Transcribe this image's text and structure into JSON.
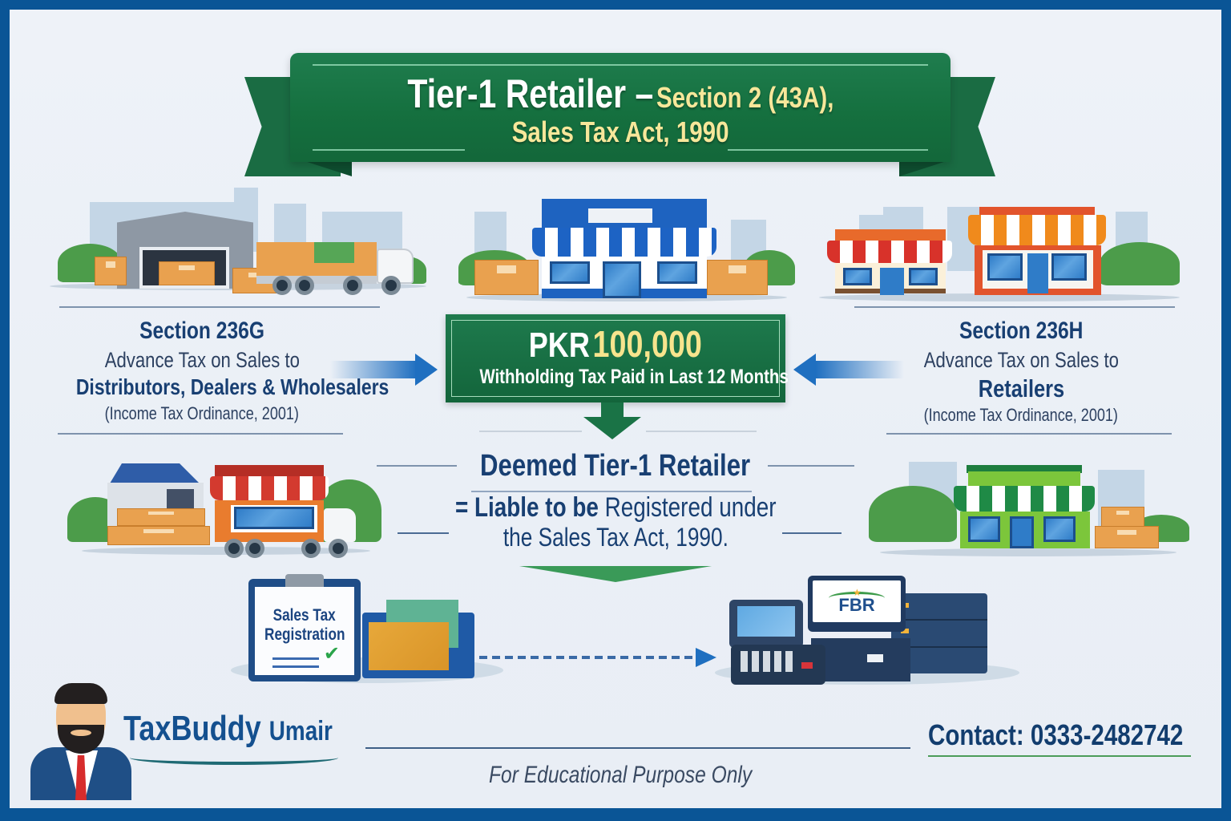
{
  "title": {
    "main": "Tier-1 Retailer –",
    "section": "Section 2 (43A),",
    "act": "Sales Tax Act, 1990"
  },
  "left_section": {
    "title": "Section 236G",
    "subtitle": "Advance Tax on Sales to",
    "highlight": "Distributors, Dealers & Wholesalers",
    "note": "(Income Tax Ordinance, 2001)"
  },
  "right_section": {
    "title": "Section 236H",
    "subtitle": "Advance Tax on Sales to",
    "highlight": "Retailers",
    "note": "(Income Tax Ordinance, 2001)"
  },
  "threshold": {
    "currency": "PKR",
    "amount": "100,000",
    "description": "Withholding Tax Paid in Last 12 Months"
  },
  "result": {
    "heading": "Deemed Tier-1 Retailer",
    "line1_bold": "= Liable to be",
    "line1_rest": "Registered under",
    "line2": "the Sales Tax Act, 1990."
  },
  "registration": {
    "clipboard_line1": "Sales Tax",
    "clipboard_line2": "Registration"
  },
  "fbr": {
    "logo_text": "FBR"
  },
  "brand": {
    "name": "TaxBuddy",
    "suffix": "Umair"
  },
  "footer": {
    "contact": "Contact: 0333-2482742",
    "disclaimer": "For Educational Purpose Only"
  },
  "colors": {
    "frame": "#0a5596",
    "green": "#1a7346",
    "yellow_text": "#f7e79a",
    "navy_text": "#183f72",
    "blue_arrow": "#1f6fc0"
  },
  "illustrations": [
    "warehouse-with-truck",
    "blue-storefront-with-pallets",
    "red-and-orange-shops",
    "warehouse-shop-truck",
    "green-storefront",
    "sales-tax-registration-clipboard",
    "fbr-pos-terminal-and-servers"
  ]
}
